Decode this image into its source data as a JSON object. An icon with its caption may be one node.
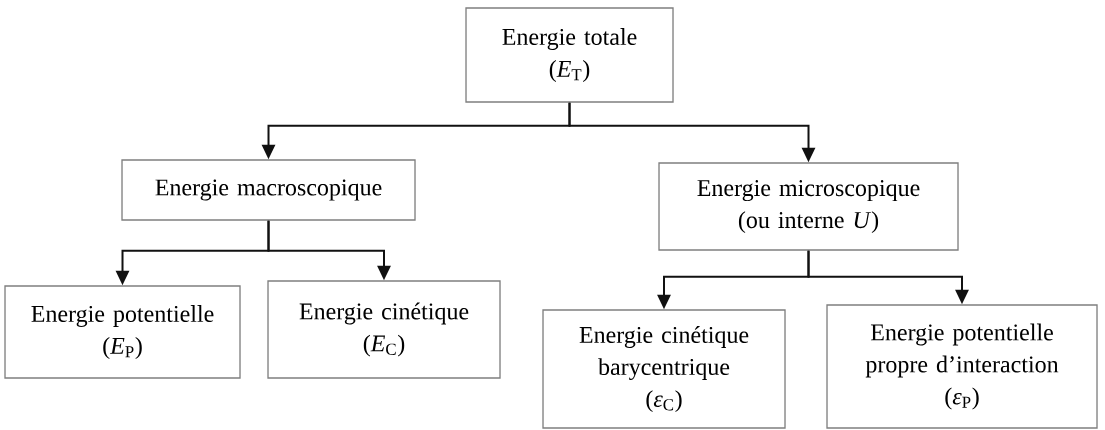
{
  "diagram": {
    "nodes": [
      {
        "text": [
          "Energie totale",
          "(*E*$_{T}$)"
        ]
      },
      {
        "text": [
          "Energie macroscopique"
        ]
      },
      {
        "text": [
          "Energie microscopique",
          "(ou interne *U*)"
        ]
      },
      {
        "text": [
          "Energie potentielle",
          "(*E*$_{P}$)"
        ]
      },
      {
        "text": [
          "Energie cinétique",
          "(*E*$_{C}$)"
        ]
      },
      {
        "text": [
          "Energie cinétique barycentrique",
          "(*ε*$_{C}$)"
        ]
      },
      {
        "text": [
          "Energie potentielle propre d’interaction",
          "(*ε*$_{P}$)"
        ]
      }
    ],
    "edges": [
      {
        "from": 0,
        "to": 1,
        "arrow": "to"
      },
      {
        "from": 0,
        "to": 2,
        "arrow": "to"
      },
      {
        "from": 1,
        "to": 3,
        "arrow": "to"
      },
      {
        "from": 1,
        "to": 4,
        "arrow": "to"
      },
      {
        "from": 2,
        "to": 5,
        "arrow": "to"
      },
      {
        "from": 2,
        "to": 6,
        "arrow": "to"
      }
    ]
  }
}
